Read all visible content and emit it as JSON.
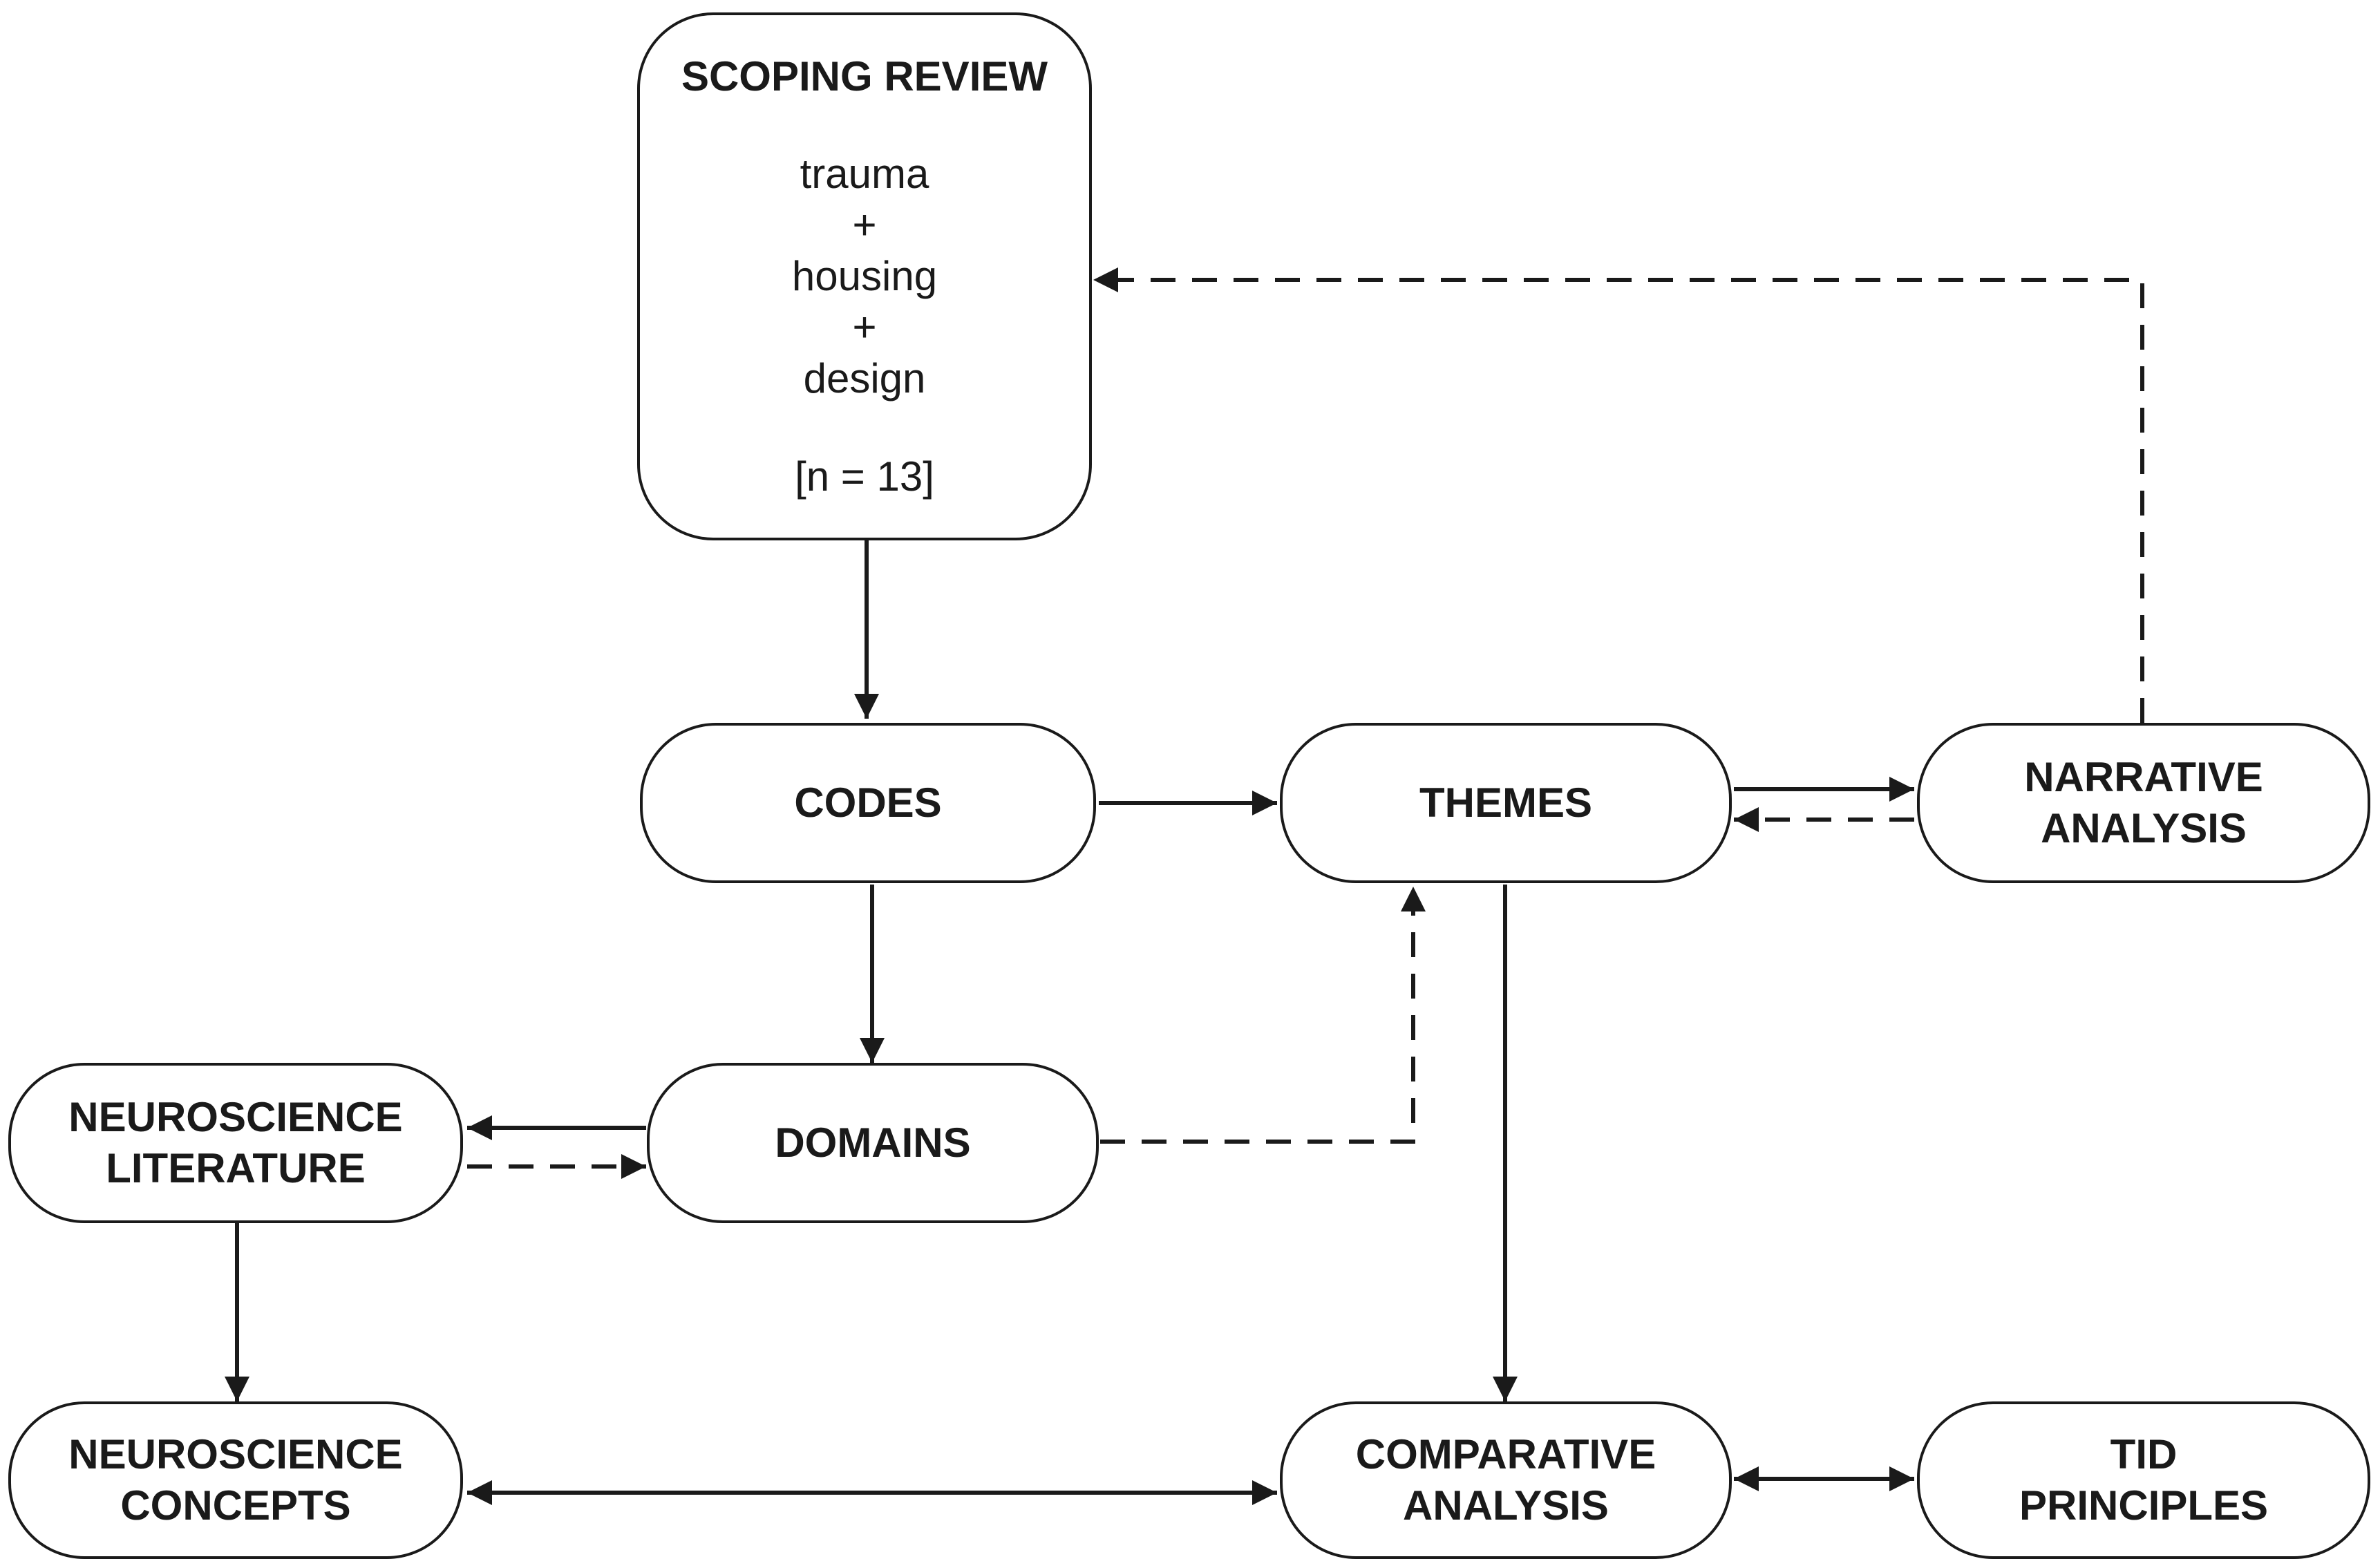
{
  "scoping_review": {
    "title": "SCOPING REVIEW",
    "lines": [
      "trauma",
      "+",
      "housing",
      "+",
      "design"
    ],
    "count": "[n = 13]"
  },
  "nodes": {
    "codes": "CODES",
    "themes": "THEMES",
    "narrative_analysis": "NARRATIVE\nANALYSIS",
    "domains": "DOMAINS",
    "neuroscience_literature": "NEUROSCIENCE\nLITERATURE",
    "neuroscience_concepts": "NEUROSCIENCE\nCONCEPTS",
    "comparative_analysis": "COMPARATIVE\nANALYSIS",
    "tid_principles": "TID\nPRINCIPLES"
  },
  "connectors": [
    {
      "from": "scoping_review",
      "to": "codes",
      "style": "solid"
    },
    {
      "from": "codes",
      "to": "themes",
      "style": "solid"
    },
    {
      "from": "codes",
      "to": "domains",
      "style": "solid"
    },
    {
      "from": "themes",
      "to": "narrative_analysis",
      "style": "solid"
    },
    {
      "from": "narrative_analysis",
      "to": "themes",
      "style": "dashed"
    },
    {
      "from": "narrative_analysis",
      "to": "scoping_review",
      "style": "dashed"
    },
    {
      "from": "domains",
      "to": "themes",
      "style": "dashed"
    },
    {
      "from": "domains",
      "to": "neuroscience_literature",
      "style": "solid"
    },
    {
      "from": "neuroscience_literature",
      "to": "domains",
      "style": "dashed"
    },
    {
      "from": "neuroscience_literature",
      "to": "neuroscience_concepts",
      "style": "solid"
    },
    {
      "from": "themes",
      "to": "comparative_analysis",
      "style": "solid"
    },
    {
      "from": "neuroscience_concepts",
      "to": "comparative_analysis",
      "style": "solid-bidirectional"
    },
    {
      "from": "comparative_analysis",
      "to": "tid_principles",
      "style": "solid-bidirectional"
    }
  ],
  "colors": {
    "line": "#1a1a1a",
    "background": "#ffffff"
  }
}
